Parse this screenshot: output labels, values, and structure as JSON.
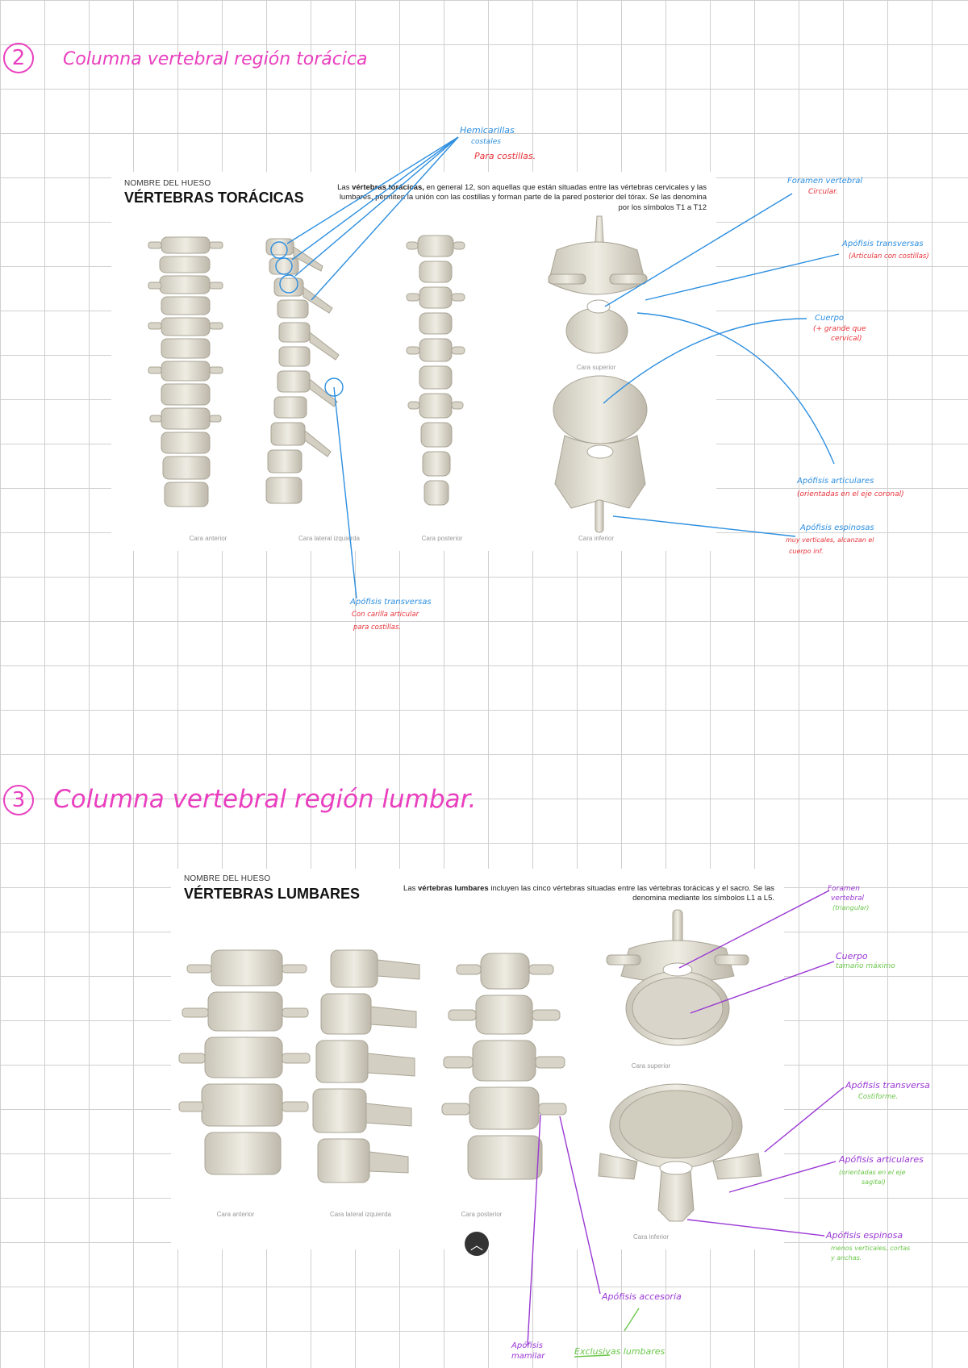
{
  "section_thoracic": {
    "number": "2",
    "heading": "Columna vertebral región torácica",
    "card": {
      "label": "NOMBRE DEL HUESO",
      "title": "VÉRTEBRAS TORÁCICAS",
      "desc_bold": "vértebras torácicas,",
      "desc_pre": "Las ",
      "desc_post": " en general 12, son aquellas que están situadas entre las vértebras cervicales y las lumbares, permiten la unión con las costillas y forman parte de la pared posterior del tórax. Se las denomina por los símbolos T1 a T12",
      "captions": [
        "Cara anterior",
        "Cara lateral izquierda",
        "Cara posterior",
        "Cara superior",
        "Cara inferior"
      ]
    },
    "notes": {
      "hemicarillas_1": "Hemicarillas",
      "hemicarillas_2": "costales",
      "hemicarillas_3": "Para costillas.",
      "foramen_1": "Foramen vertebral",
      "foramen_2": "Circular.",
      "transversas_1": "Apófisis transversas",
      "transversas_2": "(Articulan con costillas)",
      "cuerpo_1": "Cuerpo",
      "cuerpo_2": "(+ grande que",
      "cuerpo_3": "cervical)",
      "articulares_1": "Apófisis articulares",
      "articulares_2": "(orientadas en el eje coronal)",
      "espinosas_1": "Apófisis espinosas",
      "espinosas_2": "muy verticales, alcanzan el",
      "espinosas_3": "cuerpo inf.",
      "transv_bottom_1": "Apófisis transversas",
      "transv_bottom_2": "Con carilla articular",
      "transv_bottom_3": "para costillas."
    }
  },
  "section_lumbar": {
    "number": "3",
    "heading": "Columna vertebral región lumbar.",
    "card": {
      "label": "NOMBRE DEL HUESO",
      "title": "VÉRTEBRAS LUMBARES",
      "desc_pre": "Las ",
      "desc_bold": "vértebras lumbares",
      "desc_post": " incluyen las cinco vértebras situadas entre las vértebras torácicas y el sacro. Se las denomina mediante los símbolos L1 a L5.",
      "captions": [
        "Cara anterior",
        "Cara lateral izquierda",
        "Cara posterior",
        "Cara superior",
        "Cara inferior"
      ]
    },
    "notes": {
      "foramen_1": "Foramen",
      "foramen_2": "vertebral",
      "foramen_3": "(triangular)",
      "cuerpo_1": "Cuerpo",
      "cuerpo_2": "tamaño máximo",
      "transversa_1": "Apófisis transversa",
      "transversa_2": "Costiforme.",
      "articulares_1": "Apófisis articulares",
      "articulares_2": "(orientadas en el eje",
      "articulares_3": "sagital)",
      "espinosa_1": "Apófisis espinosa",
      "espinosa_2": "menos verticales, cortas",
      "espinosa_3": "y anchas.",
      "accesoria": "Apófisis accesoria",
      "mamilar_1": "Apófisis",
      "mamilar_2": "mamilar",
      "exclusivas": "Exclusivas lumbares"
    }
  },
  "colors": {
    "pink": "#e93fbf",
    "blue": "#2d8fe0",
    "red": "#e8333a",
    "purple": "#9a38d4",
    "green": "#6cc74b"
  },
  "scroll_up_icon": "chevron-up-icon"
}
